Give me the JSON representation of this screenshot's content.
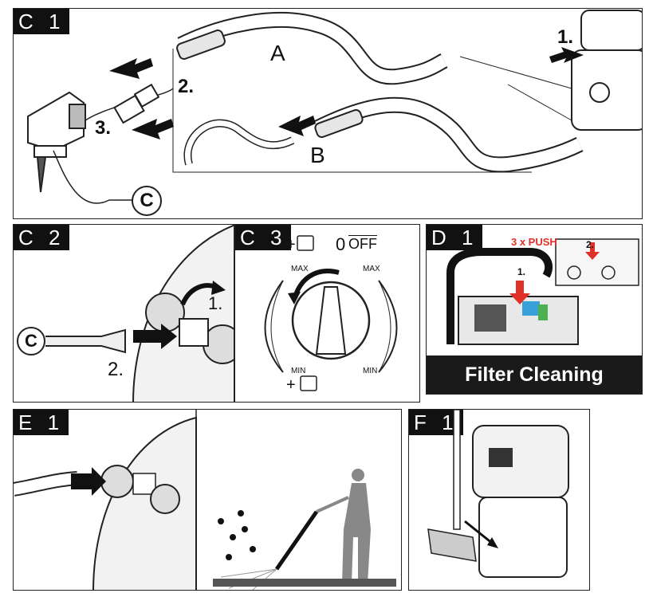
{
  "panels": {
    "c1": {
      "tag": "C 1",
      "label_a": "A",
      "label_b": "B",
      "step1": "1.",
      "step2": "2.",
      "step3": "3.",
      "circle_c": "C"
    },
    "c2": {
      "tag": "C 2",
      "circle_c": "C",
      "step1": "1.",
      "step2": "2."
    },
    "c3": {
      "tag": "C 3",
      "plus_top": "+",
      "zero": "0",
      "off": "OFF",
      "max_left": "MAX",
      "max_right": "MAX",
      "min_left": "MIN",
      "min_right": "MIN",
      "plus_bottom": "+"
    },
    "d1": {
      "tag": "D 1",
      "push": "3 x PUSH",
      "step1": "1.",
      "step2": "2.",
      "caption": "Filter Cleaning"
    },
    "e1": {
      "tag": "E 1"
    },
    "f1": {
      "tag": "F 1"
    }
  },
  "colors": {
    "accent_red": "#e0302a",
    "dark": "#1a1a1a",
    "line": "#222222"
  }
}
